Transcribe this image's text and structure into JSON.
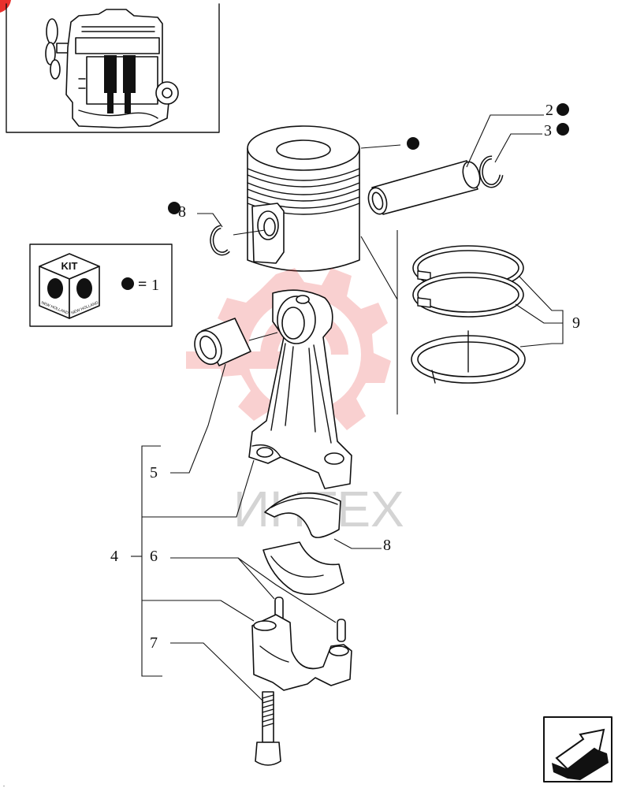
{
  "callouts": {
    "c2": "2",
    "c3": "3",
    "c8a": "8",
    "c9": "9",
    "c5": "5",
    "c4": "4",
    "c6": "6",
    "c7": "7",
    "c8b": "8"
  },
  "kit": {
    "title": "KIT",
    "brand": "NEW HOLLAND",
    "legend_equals": "=",
    "legend_number": "1"
  },
  "watermark": {
    "text": "ИНТЕХ",
    "color": "#e8302c"
  },
  "nav": {
    "icon": "next-page-arrow-icon"
  },
  "colors": {
    "ink": "#111111",
    "watermark_red": "#e8302c",
    "watermark_text": "#d4d4d4"
  }
}
